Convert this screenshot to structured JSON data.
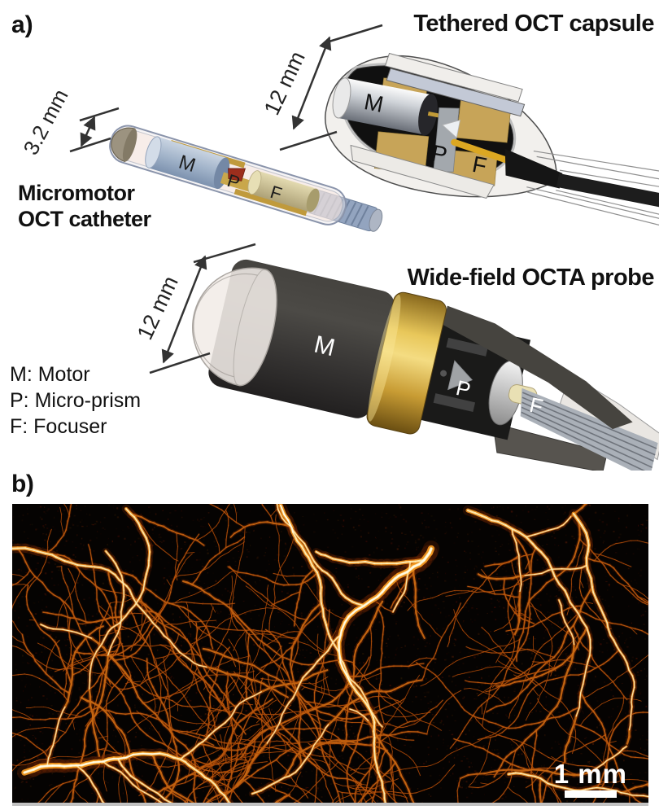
{
  "figure": {
    "panel_a_label": "a)",
    "panel_b_label": "b)"
  },
  "catheter": {
    "name_line1": "Micromotor",
    "name_line2": "OCT catheter",
    "dimension": "3.2 mm",
    "motor": "M",
    "prism": "P",
    "focuser": "F"
  },
  "capsule": {
    "title": "Tethered OCT capsule",
    "dimension": "12 mm",
    "motor": "M",
    "prism": "P",
    "focuser": "F"
  },
  "probe": {
    "title": "Wide-field OCTA probe",
    "dimension": "12 mm",
    "motor": "M",
    "prism": "P",
    "focuser": "F"
  },
  "legend": {
    "motor": "M: Motor",
    "prism": "P: Micro-prism",
    "focuser": "F: Focuser"
  },
  "panel_b": {
    "scale_bar": "1 mm"
  },
  "colors": {
    "background_vessels": "#050302",
    "vessel_dark": "#7a3808",
    "vessel_mid": "#e07818",
    "vessel_bright": "#ffeeb4",
    "gold": "#c7a458",
    "probe_body": "#3b3a38",
    "annotation": "#333333"
  }
}
